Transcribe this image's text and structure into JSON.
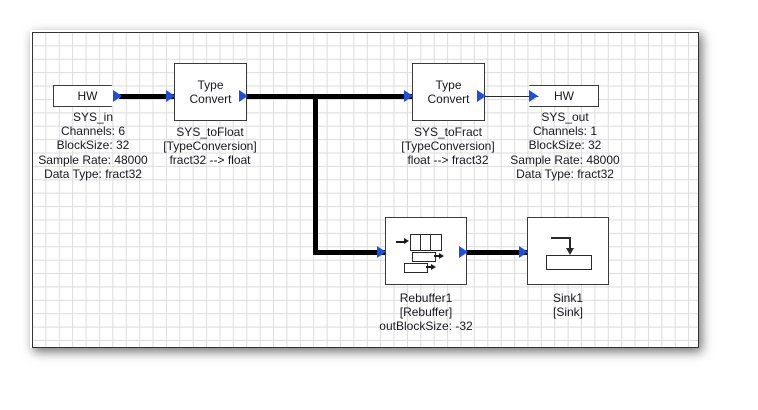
{
  "diagram": {
    "title": "Signal flow block diagram",
    "canvas": {
      "grid": "on",
      "background": "#ffffff",
      "grid_color": "#dcdcdc"
    },
    "accent_port_color": "#1a4fe0",
    "wire_color": "#000000"
  },
  "nodes": {
    "sys_in": {
      "icon_label": "HW",
      "name": "SYS_in",
      "props": [
        "Channels: 6",
        "BlockSize: 32",
        "Sample Rate: 48000",
        "Data Type: fract32"
      ]
    },
    "sys_tofloat": {
      "line1": "Type",
      "line2": "Convert",
      "name": "SYS_toFloat",
      "type": "[TypeConversion]",
      "conversion": "fract32 --> float"
    },
    "sys_tofract": {
      "line1": "Type",
      "line2": "Convert",
      "name": "SYS_toFract",
      "type": "[TypeConversion]",
      "conversion": "float --> fract32"
    },
    "sys_out": {
      "icon_label": "HW",
      "name": "SYS_out",
      "props": [
        "Channels: 1",
        "BlockSize: 32",
        "Sample Rate: 48000",
        "Data Type: fract32"
      ]
    },
    "rebuffer1": {
      "name": "Rebuffer1",
      "type": "[Rebuffer]",
      "param": "outBlockSize: -32"
    },
    "sink1": {
      "name": "Sink1",
      "type": "[Sink]"
    }
  }
}
